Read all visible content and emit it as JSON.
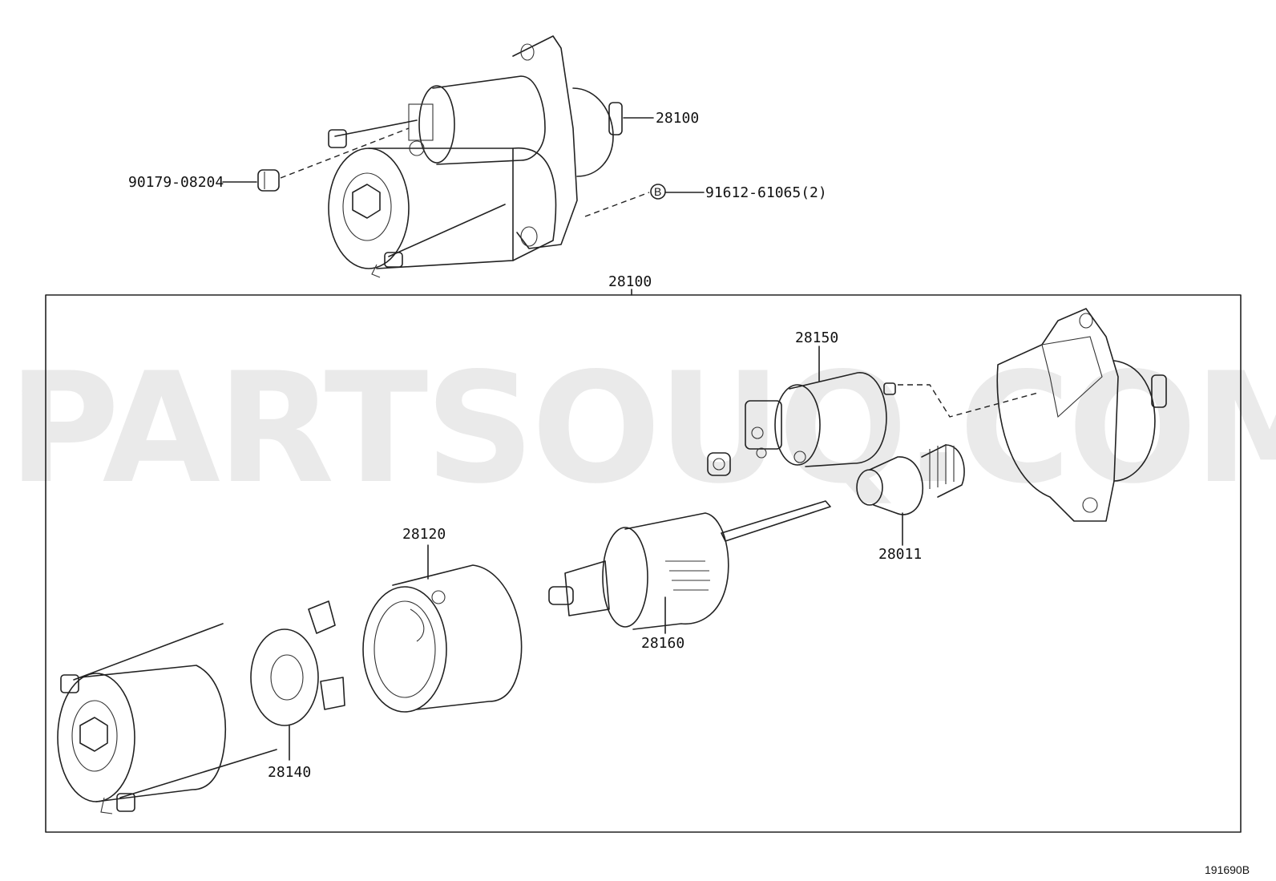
{
  "watermark": "PARTSOUQ.COM",
  "diagram_code": "191690B",
  "assembly_callout": "28100",
  "callouts": {
    "starter_assy": "28100",
    "nut": "90179-08204",
    "bolt": "91612-61065(2)",
    "bolt_marker": "B",
    "solenoid": "28150",
    "clutch_pinion": "28011",
    "yoke": "28120",
    "armature": "28160",
    "brush_holder": "28140"
  }
}
